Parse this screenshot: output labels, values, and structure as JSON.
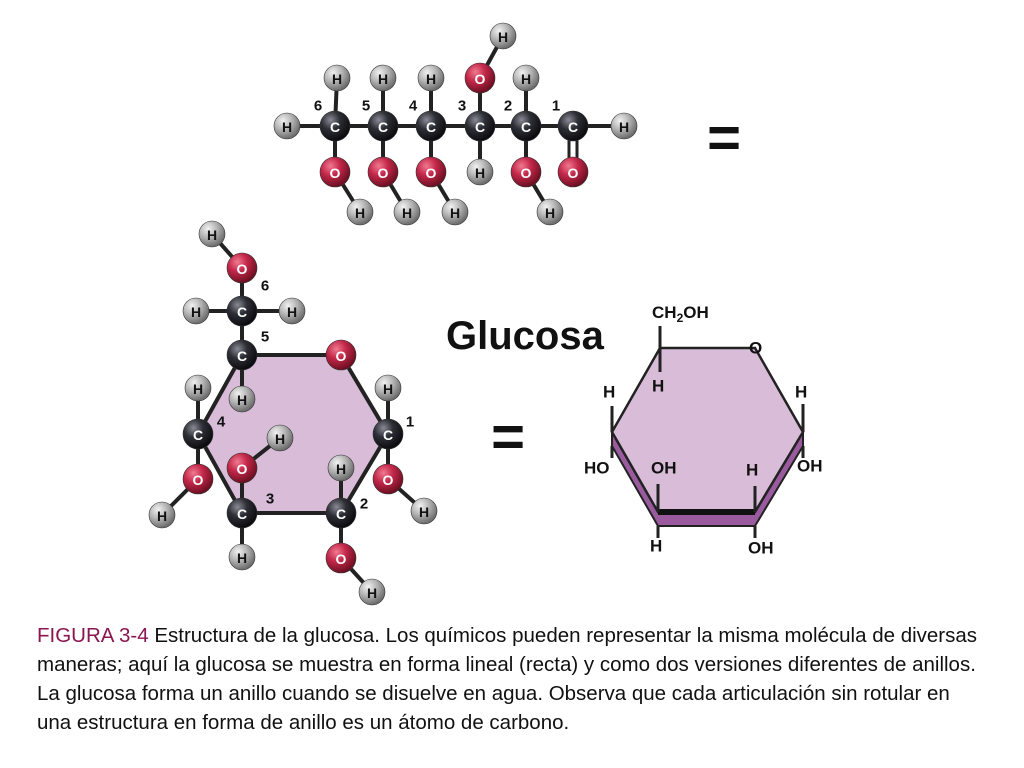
{
  "title": "Glucosa",
  "equals": "=",
  "caption": {
    "figure_label": "FIGURA 3-4",
    "text": "Estructura de la glucosa. Los químicos pueden representar la misma molécula de diversas maneras; aquí la glucosa se muestra en forma lineal (recta) y como dos versiones diferentes de anillos. La glucosa forma un anillo cuando se disuelve en agua. Observa que cada articulación sin rotular en una estructura en forma de anillo es un átomo de carbono."
  },
  "atoms": {
    "carbon": "C",
    "oxygen": "O",
    "hydrogen": "H"
  },
  "carbon_numbers": [
    "1",
    "2",
    "3",
    "4",
    "5",
    "6"
  ],
  "haworth": {
    "ch2oh_a": "CH",
    "ch2oh_sub": "2",
    "ch2oh_b": "OH",
    "ring_oxygen": "O",
    "h": "H",
    "ho": "HO",
    "oh": "OH"
  },
  "colors": {
    "ring_fill": "#d8bcd8",
    "ring_side": "#9a5b9e",
    "carbon": "#2a2a30",
    "oxygen": "#c4284a",
    "hydrogen": "#b4b4b4",
    "figure_label": "#8a1551"
  }
}
